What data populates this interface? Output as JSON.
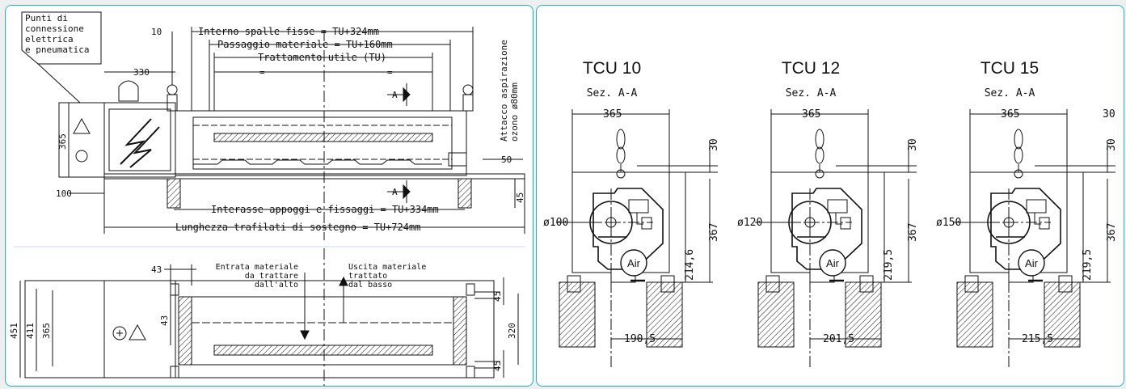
{
  "left_panel": {
    "note_lines": [
      "Punti di",
      "connessione",
      "elettrica",
      "e pneumatica"
    ],
    "dim_10": "10",
    "dim_330": "330",
    "dim_365": "365",
    "dim_100": "100",
    "dim_50": "50",
    "dim_45_top": "45",
    "eq": "=",
    "interno": "Interno spalle fisse = TU+324mm",
    "passaggio": "Passaggio materiale = TU+160mm",
    "trattamento": "Trattamento utile (TU)",
    "interasse": "Interasse appoggi e fissaggi = TU+334mm",
    "lunghezza": "Lunghezza trafilati di sostegno = TU+724mm",
    "section_mark": "A",
    "attacco_lines": [
      "Attacco aspirazione",
      "ozono ø80mm"
    ],
    "dim_43_top": "43",
    "dim_43_side": "43",
    "entrata_lines": [
      "Entrata materiale",
      "da trattare",
      "dall'alto"
    ],
    "uscita_lines": [
      "Uscita materiale",
      "trattato",
      "dal basso"
    ],
    "dim_451": "451",
    "dim_411": "411",
    "dim_365_bottom": "365",
    "dim_45_b1": "45",
    "dim_45_b2": "45",
    "dim_320": "320"
  },
  "right_panel": {
    "sections": [
      {
        "title": "TCU 10",
        "subtitle": "Sez. A-A",
        "width": "365",
        "top": "30",
        "diameter": "ø100",
        "height": "367",
        "axis": "214,6",
        "offset": "190,5",
        "air": "Air"
      },
      {
        "title": "TCU 12",
        "subtitle": "Sez. A-A",
        "width": "365",
        "top": "30",
        "diameter": "ø120",
        "height": "367",
        "axis": "219,5",
        "offset": "201,5",
        "air": "Air"
      },
      {
        "title": "TCU 15",
        "subtitle": "Sez. A-A",
        "width": "365",
        "top": "30",
        "diameter": "ø150",
        "height": "367",
        "axis": "219,5",
        "offset": "215,5",
        "air": "Air"
      }
    ]
  },
  "colors": {
    "frame": "#1bb3c8",
    "line": "#111111",
    "background": "#eef0f0"
  }
}
